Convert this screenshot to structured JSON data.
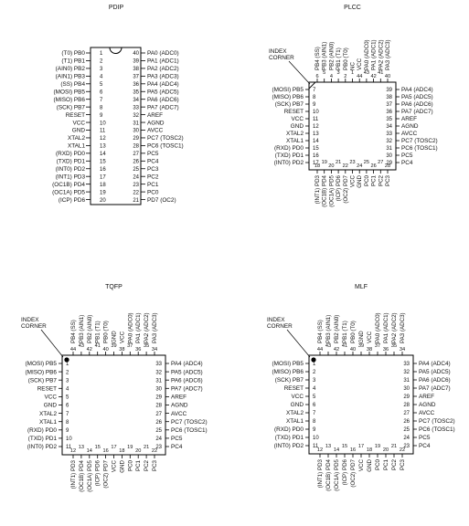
{
  "pdip": {
    "title": "PDIP",
    "left": [
      {
        "n": "1",
        "label": "(T0) PB0"
      },
      {
        "n": "2",
        "label": "(T1) PB1"
      },
      {
        "n": "3",
        "label": "(AIN0) PB2"
      },
      {
        "n": "4",
        "label": "(AIN1) PB3"
      },
      {
        "n": "5",
        "label": "(SS) PB4"
      },
      {
        "n": "6",
        "label": "(MOSI) PB5"
      },
      {
        "n": "7",
        "label": "(MISO) PB6"
      },
      {
        "n": "8",
        "label": "(SCK) PB7"
      },
      {
        "n": "9",
        "label": "RESET"
      },
      {
        "n": "10",
        "label": "VCC"
      },
      {
        "n": "11",
        "label": "GND"
      },
      {
        "n": "12",
        "label": "XTAL2"
      },
      {
        "n": "13",
        "label": "XTAL1"
      },
      {
        "n": "14",
        "label": "(RXD) PD0"
      },
      {
        "n": "15",
        "label": "(TXD) PD1"
      },
      {
        "n": "16",
        "label": "(INT0) PD2"
      },
      {
        "n": "17",
        "label": "(INT1) PD3"
      },
      {
        "n": "18",
        "label": "(OC1B) PD4"
      },
      {
        "n": "19",
        "label": "(OC1A) PD5"
      },
      {
        "n": "20",
        "label": "(ICP) PD6"
      }
    ],
    "right": [
      {
        "n": "40",
        "label": "PA0 (ADC0)"
      },
      {
        "n": "39",
        "label": "PA1 (ADC1)"
      },
      {
        "n": "38",
        "label": "PA2 (ADC2)"
      },
      {
        "n": "37",
        "label": "PA3 (ADC3)"
      },
      {
        "n": "36",
        "label": "PA4 (ADC4)"
      },
      {
        "n": "35",
        "label": "PA5 (ADC5)"
      },
      {
        "n": "34",
        "label": "PA6 (ADC6)"
      },
      {
        "n": "33",
        "label": "PA7 (ADC7)"
      },
      {
        "n": "32",
        "label": "AREF"
      },
      {
        "n": "31",
        "label": "AGND"
      },
      {
        "n": "30",
        "label": "AVCC"
      },
      {
        "n": "29",
        "label": "PC7 (TOSC2)"
      },
      {
        "n": "28",
        "label": "PC6 (TOSC1)"
      },
      {
        "n": "27",
        "label": "PC5"
      },
      {
        "n": "26",
        "label": "PC4"
      },
      {
        "n": "25",
        "label": "PC3"
      },
      {
        "n": "24",
        "label": "PC2"
      },
      {
        "n": "23",
        "label": "PC1"
      },
      {
        "n": "22",
        "label": "PC0"
      },
      {
        "n": "21",
        "label": "PD7 (OC2)"
      }
    ]
  },
  "plcc": {
    "title": "PLCC",
    "index_corner": [
      "INDEX",
      "CORNER"
    ],
    "top": [
      {
        "n": "6",
        "label": "PB4 (SS)"
      },
      {
        "n": "5",
        "label": "PB3 (AIN1)"
      },
      {
        "n": "4",
        "label": "PB2 (AIN0)"
      },
      {
        "n": "3",
        "label": "PB1 (T1)"
      },
      {
        "n": "2",
        "label": "PB0 (T0)"
      },
      {
        "n": "1",
        "label": "NC"
      },
      {
        "n": "44",
        "label": "VCC"
      },
      {
        "n": "43",
        "label": "PA0 (ADC0)"
      },
      {
        "n": "42",
        "label": "PA1 (ADC1)"
      },
      {
        "n": "41",
        "label": "PA2 (ADC2)"
      },
      {
        "n": "40",
        "label": "PA3 (ADC3)"
      }
    ],
    "left": [
      {
        "n": "7",
        "label": "(MOSI) PB5"
      },
      {
        "n": "8",
        "label": "(MISO) PB6"
      },
      {
        "n": "9",
        "label": "(SCK) PB7"
      },
      {
        "n": "10",
        "label": "RESET"
      },
      {
        "n": "11",
        "label": "VCC"
      },
      {
        "n": "12",
        "label": "GND"
      },
      {
        "n": "13",
        "label": "XTAL2"
      },
      {
        "n": "14",
        "label": "XTAL1"
      },
      {
        "n": "15",
        "label": "(RXD) PD0"
      },
      {
        "n": "16",
        "label": "(TXD) PD1"
      },
      {
        "n": "17",
        "label": "(INT0) PD2"
      }
    ],
    "right": [
      {
        "n": "39",
        "label": "PA4 (ADC4)"
      },
      {
        "n": "38",
        "label": "PA5 (ADC5)"
      },
      {
        "n": "37",
        "label": "PA6 (ADC6)"
      },
      {
        "n": "36",
        "label": "PA7 (ADC7)"
      },
      {
        "n": "35",
        "label": "AREF"
      },
      {
        "n": "34",
        "label": "AGND"
      },
      {
        "n": "33",
        "label": "AVCC"
      },
      {
        "n": "32",
        "label": "PC7 (TOSC2)"
      },
      {
        "n": "31",
        "label": "PC6 (TOSC1)"
      },
      {
        "n": "30",
        "label": "PC5"
      },
      {
        "n": "29",
        "label": "PC4"
      }
    ],
    "bottom": [
      {
        "n": "18",
        "label": "(INT1) PD3"
      },
      {
        "n": "19",
        "label": "(OC1B) PD4"
      },
      {
        "n": "20",
        "label": "(OC1A) PD5"
      },
      {
        "n": "21",
        "label": "(ICP) PD6"
      },
      {
        "n": "22",
        "label": "(OC2) PD7"
      },
      {
        "n": "23",
        "label": "VCC"
      },
      {
        "n": "24",
        "label": "GND"
      },
      {
        "n": "25",
        "label": "PC0"
      },
      {
        "n": "26",
        "label": "PC1"
      },
      {
        "n": "27",
        "label": "PC2"
      },
      {
        "n": "28",
        "label": "PC3"
      }
    ]
  },
  "tqfp": {
    "title": "TQFP",
    "index_corner": [
      "INDEX",
      "CORNER"
    ],
    "top": [
      {
        "n": "44",
        "label": "PB4 (SS)"
      },
      {
        "n": "43",
        "label": "PB3 (AIN1)"
      },
      {
        "n": "42",
        "label": "PB2 (AIN0)"
      },
      {
        "n": "41",
        "label": "PB1 (T1)"
      },
      {
        "n": "40",
        "label": "PB0 (T0)"
      },
      {
        "n": "39",
        "label": "GND"
      },
      {
        "n": "38",
        "label": "VCC"
      },
      {
        "n": "37",
        "label": "PA0 (ADC0)"
      },
      {
        "n": "36",
        "label": "PA1 (ADC1)"
      },
      {
        "n": "35",
        "label": "PA2 (ADC2)"
      },
      {
        "n": "34",
        "label": "PA3 (ADC3)"
      }
    ],
    "left": [
      {
        "n": "1",
        "label": "(MOSI) PB5"
      },
      {
        "n": "2",
        "label": "(MISO) PB6"
      },
      {
        "n": "3",
        "label": "(SCK) PB7"
      },
      {
        "n": "4",
        "label": "RESET"
      },
      {
        "n": "5",
        "label": "VCC"
      },
      {
        "n": "6",
        "label": "GND"
      },
      {
        "n": "7",
        "label": "XTAL2"
      },
      {
        "n": "8",
        "label": "XTAL1"
      },
      {
        "n": "9",
        "label": "(RXD) PD0"
      },
      {
        "n": "10",
        "label": "(TXD) PD1"
      },
      {
        "n": "11",
        "label": "(INT0) PD2"
      }
    ],
    "right": [
      {
        "n": "33",
        "label": "PA4 (ADC4)"
      },
      {
        "n": "32",
        "label": "PA5 (ADC5)"
      },
      {
        "n": "31",
        "label": "PA6 (ADC6)"
      },
      {
        "n": "30",
        "label": "PA7 (ADC7)"
      },
      {
        "n": "29",
        "label": "AREF"
      },
      {
        "n": "28",
        "label": "AGND"
      },
      {
        "n": "27",
        "label": "AVCC"
      },
      {
        "n": "26",
        "label": "PC7 (TOSC2)"
      },
      {
        "n": "25",
        "label": "PC6 (TOSC1)"
      },
      {
        "n": "24",
        "label": "PC5"
      },
      {
        "n": "23",
        "label": "PC4"
      }
    ],
    "bottom": [
      {
        "n": "12",
        "label": "(INT1) PD3"
      },
      {
        "n": "13",
        "label": "(OC1B) PD4"
      },
      {
        "n": "14",
        "label": "(OC1A) PD5"
      },
      {
        "n": "15",
        "label": "(ICP) PD6"
      },
      {
        "n": "16",
        "label": "(OC2) PD7"
      },
      {
        "n": "17",
        "label": "VCC"
      },
      {
        "n": "18",
        "label": "GND"
      },
      {
        "n": "19",
        "label": "PC0"
      },
      {
        "n": "20",
        "label": "PC1"
      },
      {
        "n": "21",
        "label": "PC2"
      },
      {
        "n": "22",
        "label": "PC3"
      }
    ]
  },
  "mlf": {
    "title": "MLF",
    "index_corner": [
      "INDEX",
      "CORNER"
    ],
    "top": [
      {
        "n": "44",
        "label": "PB4 (SS)"
      },
      {
        "n": "43",
        "label": "PB3 (AIN1)"
      },
      {
        "n": "42",
        "label": "PB2 (AIN0)"
      },
      {
        "n": "41",
        "label": "PB1 (T1)"
      },
      {
        "n": "40",
        "label": "PB0 (T0)"
      },
      {
        "n": "39",
        "label": "GND"
      },
      {
        "n": "38",
        "label": "VCC"
      },
      {
        "n": "37",
        "label": "PA0 (ADC0)"
      },
      {
        "n": "36",
        "label": "PA1 (ADC1)"
      },
      {
        "n": "35",
        "label": "PA2 (ADC2)"
      },
      {
        "n": "34",
        "label": "PA3 (ADC3)"
      }
    ],
    "left": [
      {
        "n": "1",
        "label": "(MOSI) PB5"
      },
      {
        "n": "2",
        "label": "(MISO) PB6"
      },
      {
        "n": "3",
        "label": "(SCK) PB7"
      },
      {
        "n": "4",
        "label": "RESET"
      },
      {
        "n": "5",
        "label": "VCC"
      },
      {
        "n": "6",
        "label": "GND"
      },
      {
        "n": "7",
        "label": "XTAL2"
      },
      {
        "n": "8",
        "label": "XTAL1"
      },
      {
        "n": "9",
        "label": "(RXD) PD0"
      },
      {
        "n": "10",
        "label": "(TXD) PD1"
      },
      {
        "n": "11",
        "label": "(INT0) PD2"
      }
    ],
    "right": [
      {
        "n": "33",
        "label": "PA4 (ADC4)"
      },
      {
        "n": "32",
        "label": "PA5 (ADC5)"
      },
      {
        "n": "31",
        "label": "PA6 (ADC6)"
      },
      {
        "n": "30",
        "label": "PA7 (ADC7)"
      },
      {
        "n": "29",
        "label": "AREF"
      },
      {
        "n": "28",
        "label": "AGND"
      },
      {
        "n": "27",
        "label": "AVCC"
      },
      {
        "n": "26",
        "label": "PC7 (TOSC2)"
      },
      {
        "n": "25",
        "label": "PC6 (TOSC1)"
      },
      {
        "n": "24",
        "label": "PC5"
      },
      {
        "n": "23",
        "label": "PC4"
      }
    ],
    "bottom": [
      {
        "n": "12",
        "label": "(INT1) PD3"
      },
      {
        "n": "13",
        "label": "(OC1B) PD4"
      },
      {
        "n": "14",
        "label": "(OC1A) PD5"
      },
      {
        "n": "15",
        "label": "(ICP) PD6"
      },
      {
        "n": "16",
        "label": "(OC2) PD7"
      },
      {
        "n": "17",
        "label": "VCC"
      },
      {
        "n": "18",
        "label": "GND"
      },
      {
        "n": "19",
        "label": "PC0"
      },
      {
        "n": "20",
        "label": "PC1"
      },
      {
        "n": "21",
        "label": "PC2"
      },
      {
        "n": "22",
        "label": "PC3"
      }
    ]
  }
}
